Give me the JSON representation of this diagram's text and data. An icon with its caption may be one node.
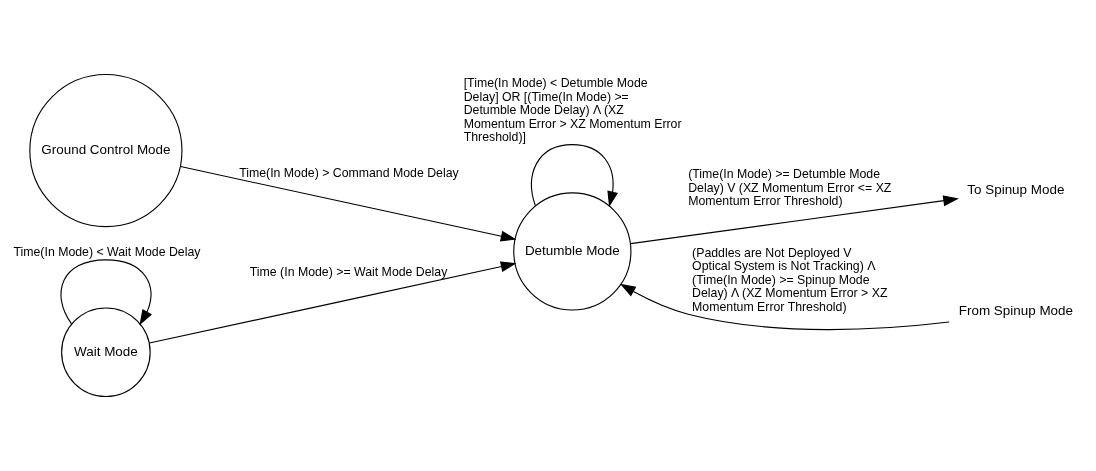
{
  "diagram": {
    "nodes": [
      {
        "text": [
          "Ground Control Mode"
        ]
      },
      {
        "text": [
          "Detumble Mode"
        ]
      },
      {
        "text": [
          "To Spinup Mode"
        ]
      },
      {
        "text": [
          "From Spinup Mode"
        ]
      },
      {
        "text": [
          "Wait Mode"
        ]
      }
    ],
    "edges": [
      {
        "from": 0,
        "to": 1,
        "arrow": "to",
        "label": "Time(In Mode) > Command Mode Delay"
      },
      {
        "from": 1,
        "to": 1,
        "arrow": "to",
        "label": "[Time(In Mode) < Detumble Mode Delay] OR [(Time(In Mode) >= Detumble Mode Delay) Λ (XZ Momentum Error > XZ Momentum Error Threshold)]"
      },
      {
        "from": 1,
        "to": 2,
        "arrow": "to",
        "label": "(Time(In Mode) >= Detumble Mode Delay) V (XZ Momentum Error <= XZ Momentum Error Threshold)"
      },
      {
        "from": 3,
        "to": 1,
        "arrow": "to",
        "label": "(Paddles are Not Deployed V Optical System is Not Tracking) Λ (Time(In Mode) >= Spinup Mode Delay) Λ (XZ Momentum Error > XZ Momentum Error Threshold)"
      },
      {
        "from": 4,
        "to": 4,
        "arrow": "to",
        "label": "Time(In Mode) < Wait Mode Delay"
      },
      {
        "from": 4,
        "to": 1,
        "arrow": "to",
        "label": "Time (In Mode) >= Wait Mode Delay"
      }
    ]
  }
}
